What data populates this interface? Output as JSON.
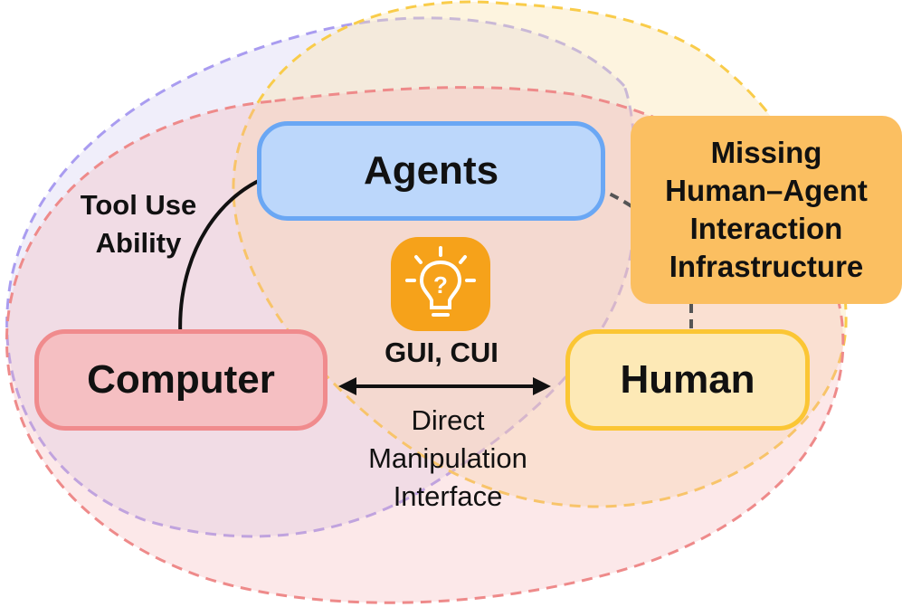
{
  "nodes": {
    "agents": "Agents",
    "computer": "Computer",
    "human": "Human"
  },
  "callout": {
    "lines": [
      "Missing",
      "Human–Agent",
      "Interaction",
      "Infrastructure"
    ]
  },
  "edges": {
    "tool_use": [
      "Tool Use",
      "Ability"
    ],
    "gui_cui": "GUI, CUI",
    "direct_manipulation": [
      "Direct",
      "Manipulation",
      "Interface"
    ]
  },
  "icons": {
    "center": "lightbulb-question-icon"
  },
  "colors": {
    "agents_fill": "#bcd7fb",
    "agents_border": "#6aa7f4",
    "computer_fill": "#f5bfc2",
    "computer_border": "#f08b8d",
    "human_fill": "#fde9b6",
    "human_border": "#fbc634",
    "callout_fill": "#fbbf61",
    "bulb_fill": "#f6a21a",
    "ellipse_purple": "#a99cf0",
    "ellipse_yellow": "#f9cc4a",
    "ellipse_red": "#ee8a8a"
  }
}
